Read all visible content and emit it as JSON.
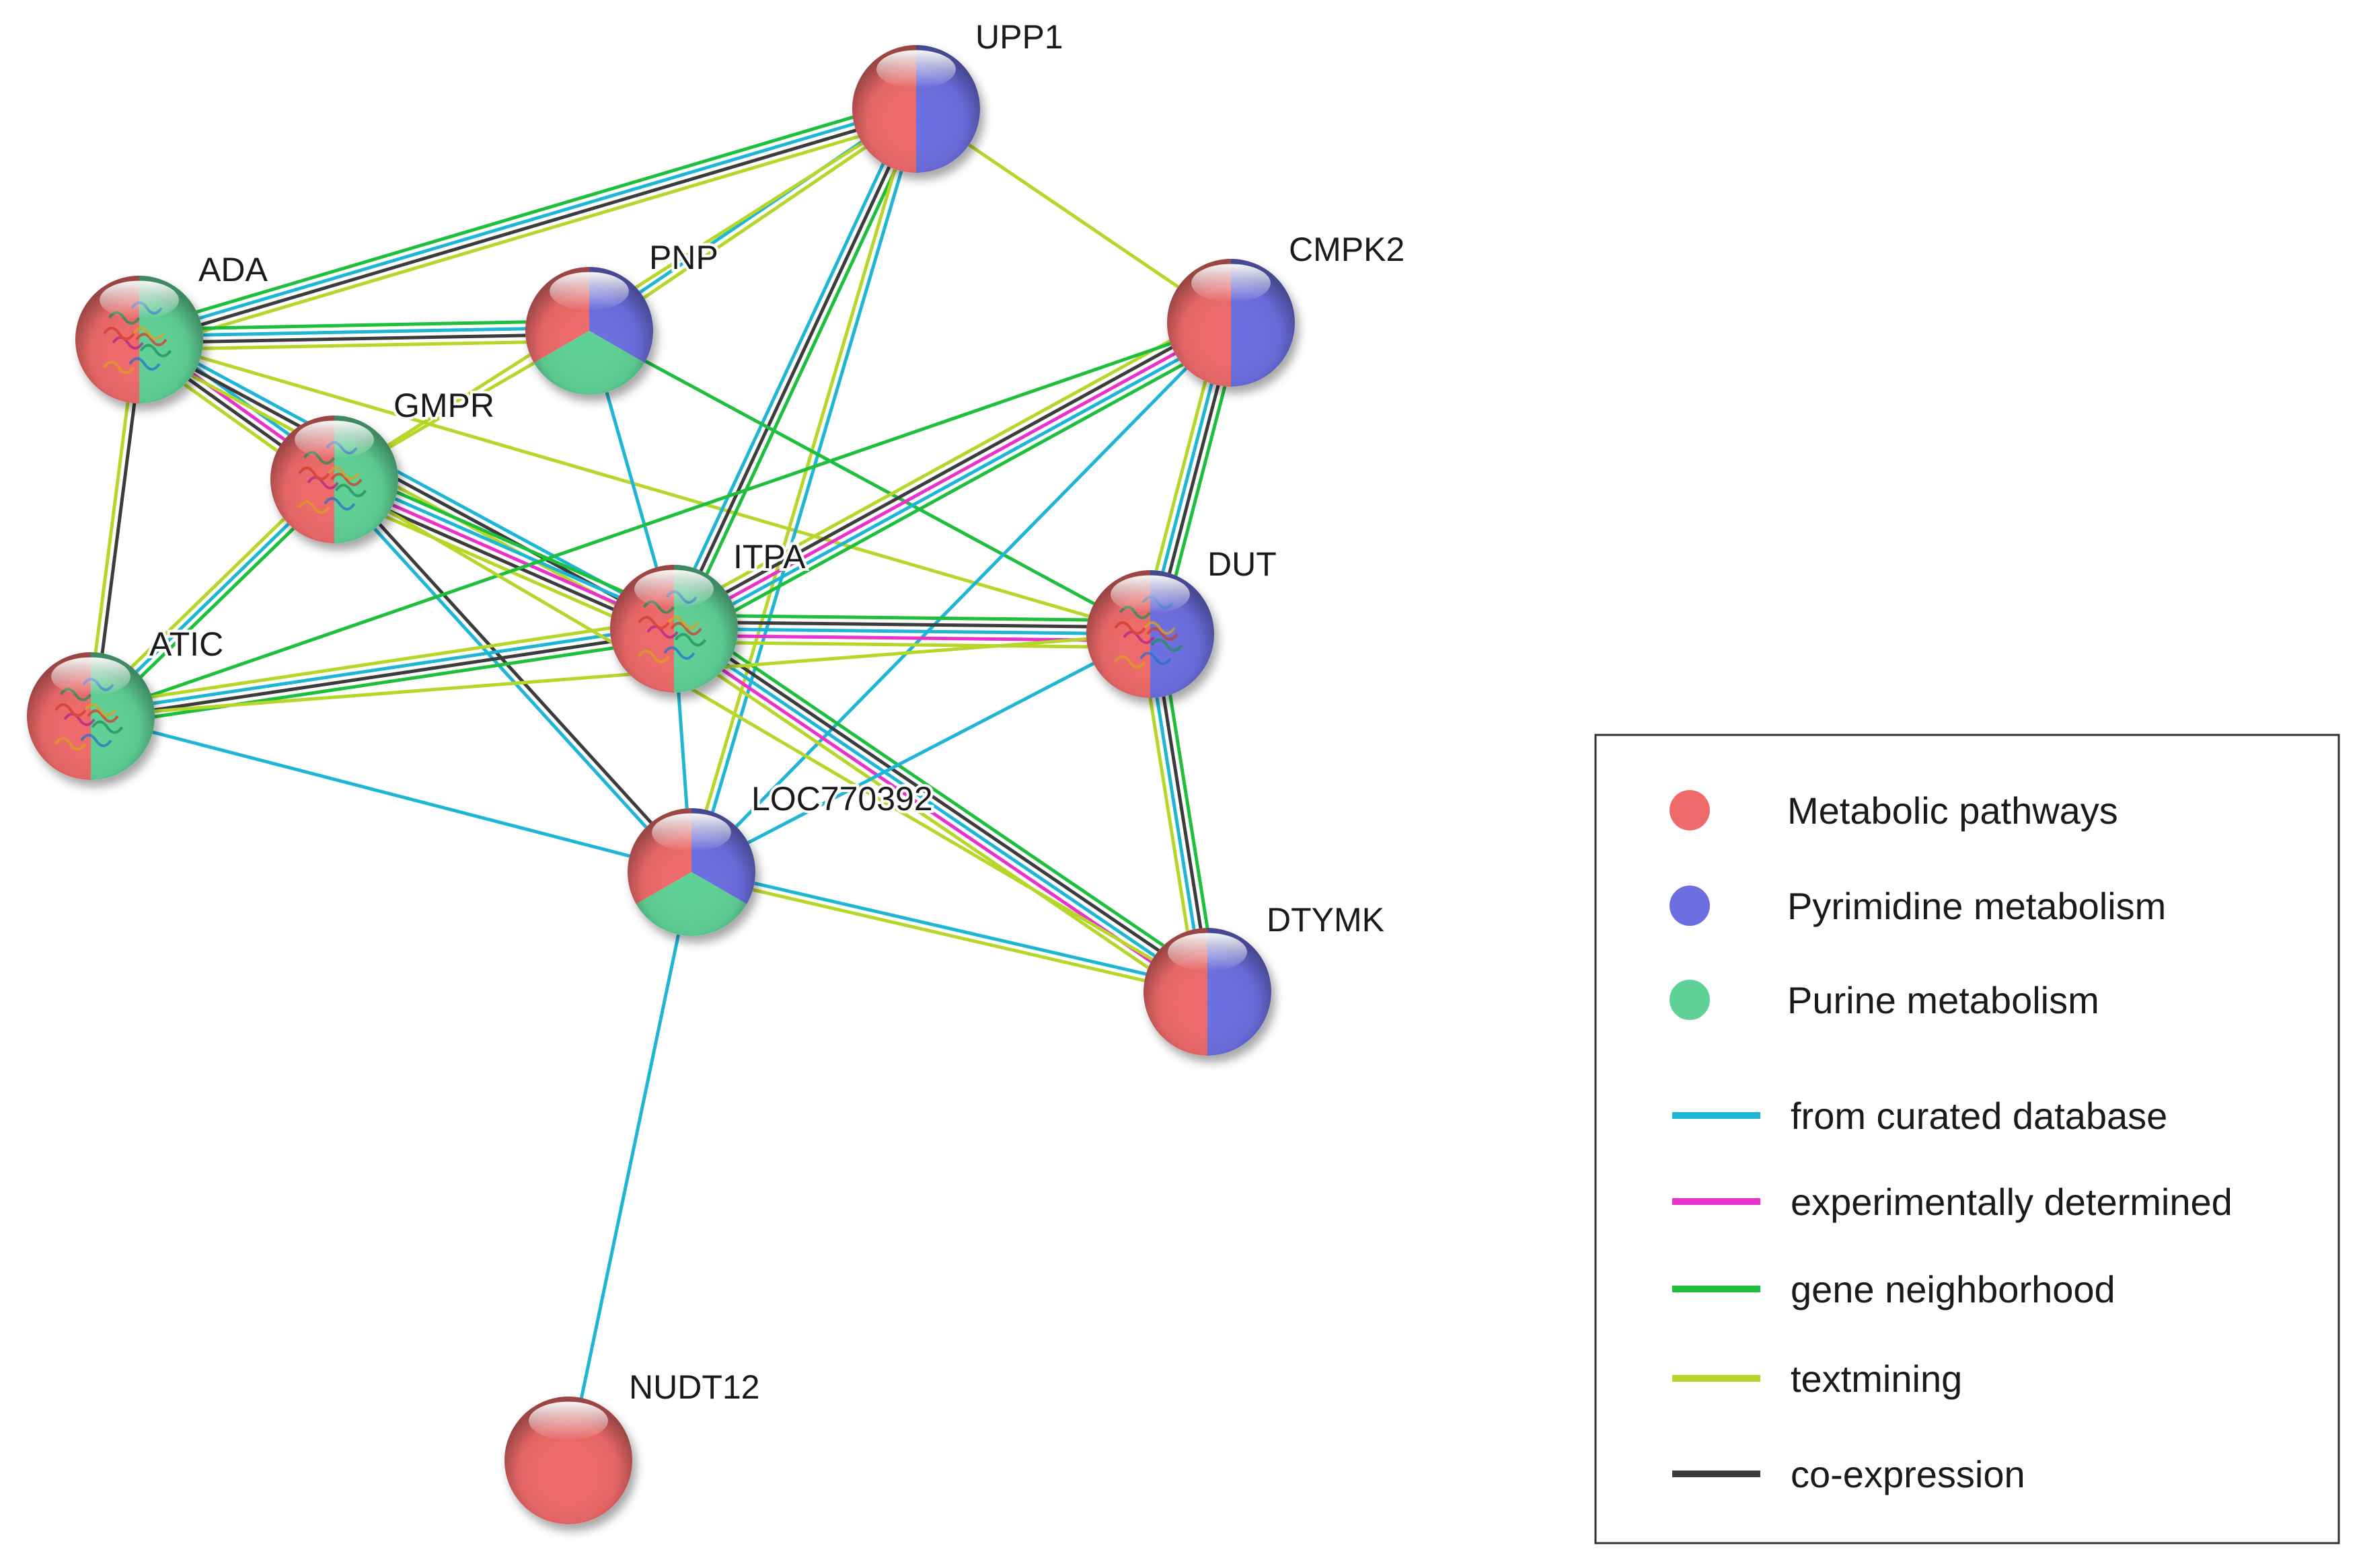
{
  "edge_types": {
    "curated": {
      "label": "from curated database",
      "color": "#1fb6d6"
    },
    "experimental": {
      "label": "experimentally determined",
      "color": "#e832c9"
    },
    "neighborhood": {
      "label": "gene neighborhood",
      "color": "#1dbf3c"
    },
    "textmining": {
      "label": "textmining",
      "color": "#b7d62a"
    },
    "coexpression": {
      "label": "co-expression",
      "color": "#3c3c3c"
    }
  },
  "categories": {
    "metabolic": {
      "label": "Metabolic pathways",
      "color": "#ef6a6a"
    },
    "pyrimidine": {
      "label": "Pyrimidine metabolism",
      "color": "#6c6fe0"
    },
    "purine": {
      "label": "Purine metabolism",
      "color": "#5fd196"
    }
  },
  "legend": {
    "nodes": [
      "metabolic",
      "pyrimidine",
      "purine"
    ],
    "edges": [
      "curated",
      "experimental",
      "neighborhood",
      "textmining",
      "coexpression"
    ]
  },
  "nodes": [
    {
      "id": "UPP1",
      "label": "UPP1",
      "categories": [
        "metabolic",
        "pyrimidine"
      ],
      "structure": false
    },
    {
      "id": "ADA",
      "label": "ADA",
      "categories": [
        "metabolic",
        "purine"
      ],
      "structure": true
    },
    {
      "id": "PNP",
      "label": "PNP",
      "categories": [
        "metabolic",
        "pyrimidine",
        "purine"
      ],
      "structure": false
    },
    {
      "id": "CMPK2",
      "label": "CMPK2",
      "categories": [
        "metabolic",
        "pyrimidine"
      ],
      "structure": false
    },
    {
      "id": "GMPR",
      "label": "GMPR",
      "categories": [
        "metabolic",
        "purine"
      ],
      "structure": true
    },
    {
      "id": "ITPA",
      "label": "ITPA",
      "categories": [
        "metabolic",
        "purine"
      ],
      "structure": true
    },
    {
      "id": "DUT",
      "label": "DUT",
      "categories": [
        "metabolic",
        "pyrimidine"
      ],
      "structure": true
    },
    {
      "id": "ATIC",
      "label": "ATIC",
      "categories": [
        "metabolic",
        "purine"
      ],
      "structure": true
    },
    {
      "id": "LOC770392",
      "label": "LOC770392",
      "categories": [
        "metabolic",
        "pyrimidine",
        "purine"
      ],
      "structure": false
    },
    {
      "id": "DTYMK",
      "label": "DTYMK",
      "categories": [
        "metabolic",
        "pyrimidine"
      ],
      "structure": false
    },
    {
      "id": "NUDT12",
      "label": "NUDT12",
      "categories": [
        "metabolic"
      ],
      "structure": false
    }
  ],
  "edges": [
    {
      "source": "ADA",
      "target": "UPP1",
      "types": [
        "neighborhood",
        "curated",
        "coexpression",
        "textmining"
      ]
    },
    {
      "source": "ADA",
      "target": "PNP",
      "types": [
        "neighborhood",
        "curated",
        "coexpression",
        "textmining"
      ]
    },
    {
      "source": "ADA",
      "target": "GMPR",
      "types": [
        "curated",
        "experimental",
        "coexpression",
        "textmining"
      ]
    },
    {
      "source": "ADA",
      "target": "ATIC",
      "types": [
        "coexpression",
        "textmining"
      ]
    },
    {
      "source": "ADA",
      "target": "ITPA",
      "types": [
        "curated",
        "coexpression",
        "textmining"
      ]
    },
    {
      "source": "ADA",
      "target": "DUT",
      "types": [
        "textmining"
      ]
    },
    {
      "source": "PNP",
      "target": "UPP1",
      "types": [
        "curated",
        "textmining"
      ]
    },
    {
      "source": "GMPR",
      "target": "UPP1",
      "types": [
        "textmining"
      ]
    },
    {
      "source": "UPP1",
      "target": "ITPA",
      "types": [
        "neighborhood",
        "coexpression",
        "curated"
      ]
    },
    {
      "source": "UPP1",
      "target": "LOC770392",
      "types": [
        "curated",
        "textmining"
      ]
    },
    {
      "source": "UPP1",
      "target": "CMPK2",
      "types": [
        "textmining"
      ]
    },
    {
      "source": "PNP",
      "target": "GMPR",
      "types": [
        "textmining"
      ]
    },
    {
      "source": "PNP",
      "target": "ITPA",
      "types": [
        "curated"
      ]
    },
    {
      "source": "PNP",
      "target": "DUT",
      "types": [
        "neighborhood"
      ]
    },
    {
      "source": "GMPR",
      "target": "ATIC",
      "types": [
        "neighborhood",
        "curated",
        "textmining"
      ]
    },
    {
      "source": "GMPR",
      "target": "ITPA",
      "types": [
        "neighborhood",
        "curated",
        "experimental",
        "coexpression",
        "textmining"
      ]
    },
    {
      "source": "GMPR",
      "target": "LOC770392",
      "types": [
        "coexpression",
        "curated"
      ]
    },
    {
      "source": "CMPK2",
      "target": "ITPA",
      "types": [
        "neighborhood",
        "curated",
        "experimental",
        "coexpression",
        "textmining"
      ]
    },
    {
      "source": "CMPK2",
      "target": "DUT",
      "types": [
        "neighborhood",
        "coexpression",
        "curated",
        "textmining"
      ]
    },
    {
      "source": "CMPK2",
      "target": "ATIC",
      "types": [
        "neighborhood"
      ]
    },
    {
      "source": "CMPK2",
      "target": "LOC770392",
      "types": [
        "curated"
      ]
    },
    {
      "source": "ITPA",
      "target": "DUT",
      "types": [
        "neighborhood",
        "coexpression",
        "curated",
        "experimental",
        "textmining"
      ]
    },
    {
      "source": "ITPA",
      "target": "ATIC",
      "types": [
        "neighborhood",
        "coexpression",
        "curated",
        "textmining"
      ]
    },
    {
      "source": "ITPA",
      "target": "LOC770392",
      "types": [
        "curated"
      ]
    },
    {
      "source": "ITPA",
      "target": "DTYMK",
      "types": [
        "neighborhood",
        "coexpression",
        "curated",
        "experimental",
        "textmining"
      ]
    },
    {
      "source": "DUT",
      "target": "ATIC",
      "types": [
        "textmining"
      ]
    },
    {
      "source": "DUT",
      "target": "DTYMK",
      "types": [
        "neighborhood",
        "coexpression",
        "curated",
        "textmining"
      ]
    },
    {
      "source": "DUT",
      "target": "LOC770392",
      "types": [
        "curated"
      ]
    },
    {
      "source": "ATIC",
      "target": "LOC770392",
      "types": [
        "curated"
      ]
    },
    {
      "source": "LOC770392",
      "target": "DTYMK",
      "types": [
        "curated",
        "textmining"
      ]
    },
    {
      "source": "GMPR",
      "target": "DTYMK",
      "types": [
        "textmining"
      ]
    },
    {
      "source": "LOC770392",
      "target": "NUDT12",
      "types": [
        "curated"
      ]
    }
  ]
}
